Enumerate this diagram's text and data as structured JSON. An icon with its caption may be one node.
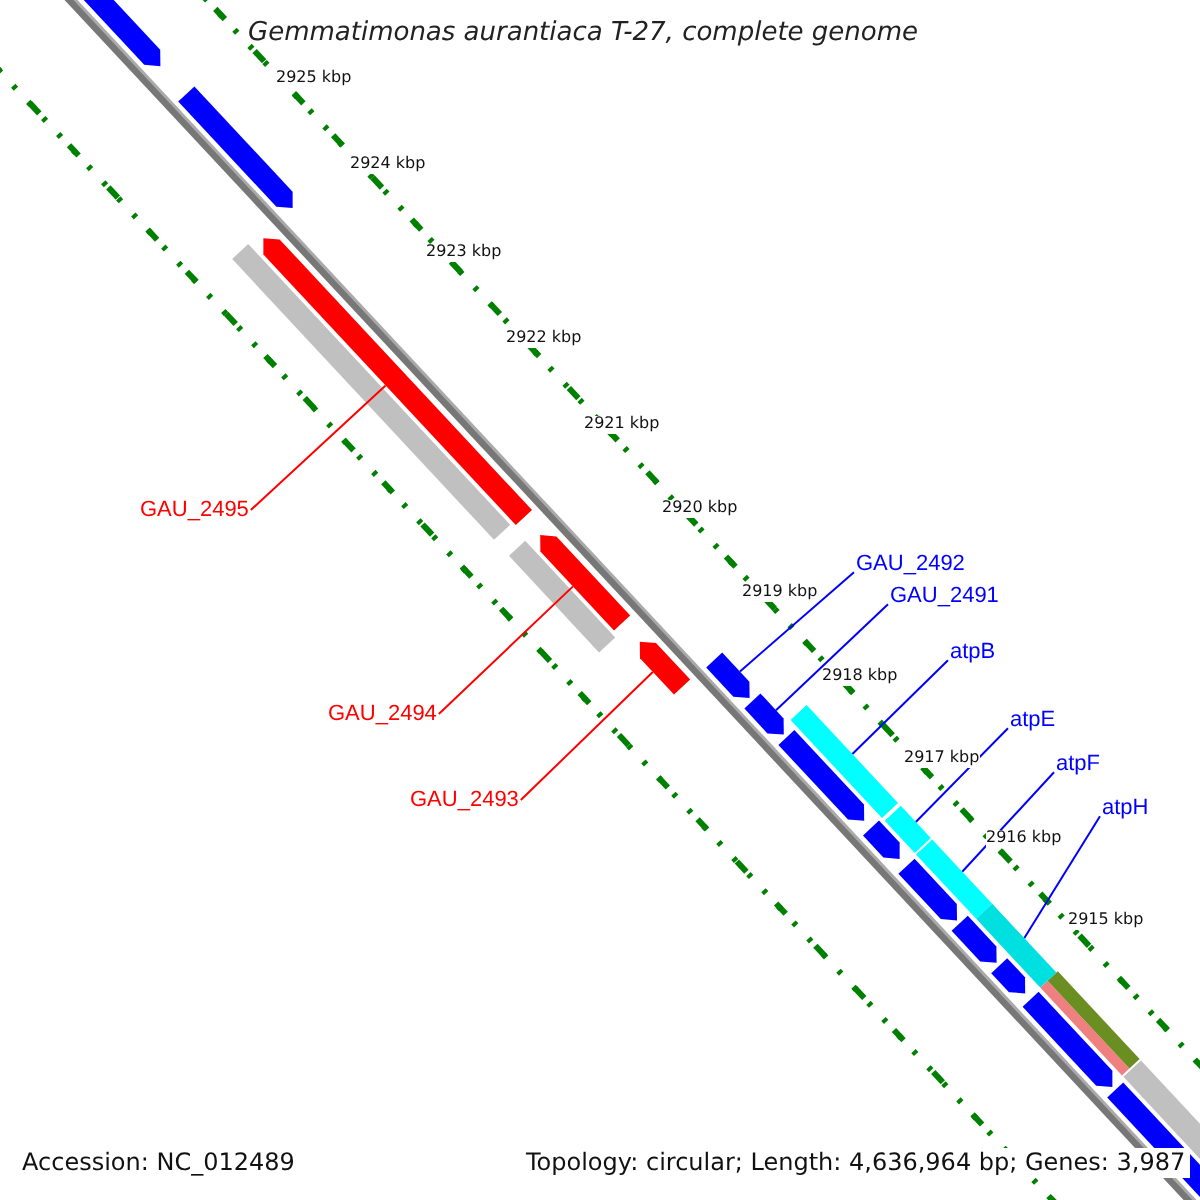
{
  "diagram": {
    "title": "Gemmatimonas aurantiaca T-27, complete genome",
    "nodes": [
      {
        "text": [
          "GAU_2495"
        ]
      },
      {
        "text": [],
        "shape": "bar"
      },
      {
        "text": [
          "GAU_2494"
        ]
      },
      {
        "text": [],
        "shape": "bar"
      },
      {
        "text": [
          "GAU_2493"
        ]
      },
      {
        "text": [],
        "shape": "bar"
      },
      {
        "text": [
          "GAU_2492"
        ]
      },
      {
        "text": [],
        "shape": "bar"
      },
      {
        "text": [
          "GAU_2491"
        ]
      },
      {
        "text": [],
        "shape": "bar"
      },
      {
        "text": [
          "atpB"
        ]
      },
      {
        "text": [],
        "shape": "bar"
      },
      {
        "text": [
          "atpE"
        ]
      },
      {
        "text": [],
        "shape": "bar"
      },
      {
        "text": [
          "atpF"
        ]
      },
      {
        "text": [],
        "shape": "bar"
      },
      {
        "text": [
          "atpH"
        ]
      },
      {
        "text": [],
        "shape": "bar"
      }
    ],
    "edges": [
      {
        "from": 0,
        "to": 1,
        "arrow": "none",
        "color": "#ff0000"
      },
      {
        "from": 2,
        "to": 3,
        "arrow": "none",
        "color": "#ff0000"
      },
      {
        "from": 4,
        "to": 5,
        "arrow": "none",
        "color": "#ff0000"
      },
      {
        "from": 6,
        "to": 7,
        "arrow": "none"
      },
      {
        "from": 8,
        "to": 9,
        "arrow": "none"
      },
      {
        "from": 10,
        "to": 11,
        "arrow": "none"
      },
      {
        "from": 12,
        "to": 13,
        "arrow": "none"
      },
      {
        "from": 14,
        "to": 15,
        "arrow": "none"
      },
      {
        "from": 16,
        "to": 17,
        "arrow": "none"
      }
    ],
    "labels": [
      "2925 kbp",
      "2924 kbp",
      "2923 kbp",
      "2922 kbp",
      "2921 kbp",
      "2920 kbp",
      "2919 kbp",
      "2918 kbp",
      "2917 kbp",
      "2916 kbp",
      "2915 kbp",
      "Accession: NC_012489",
      "Topology: circular; Length: 4,636,964 bp; Genes: 3,987"
    ]
  }
}
